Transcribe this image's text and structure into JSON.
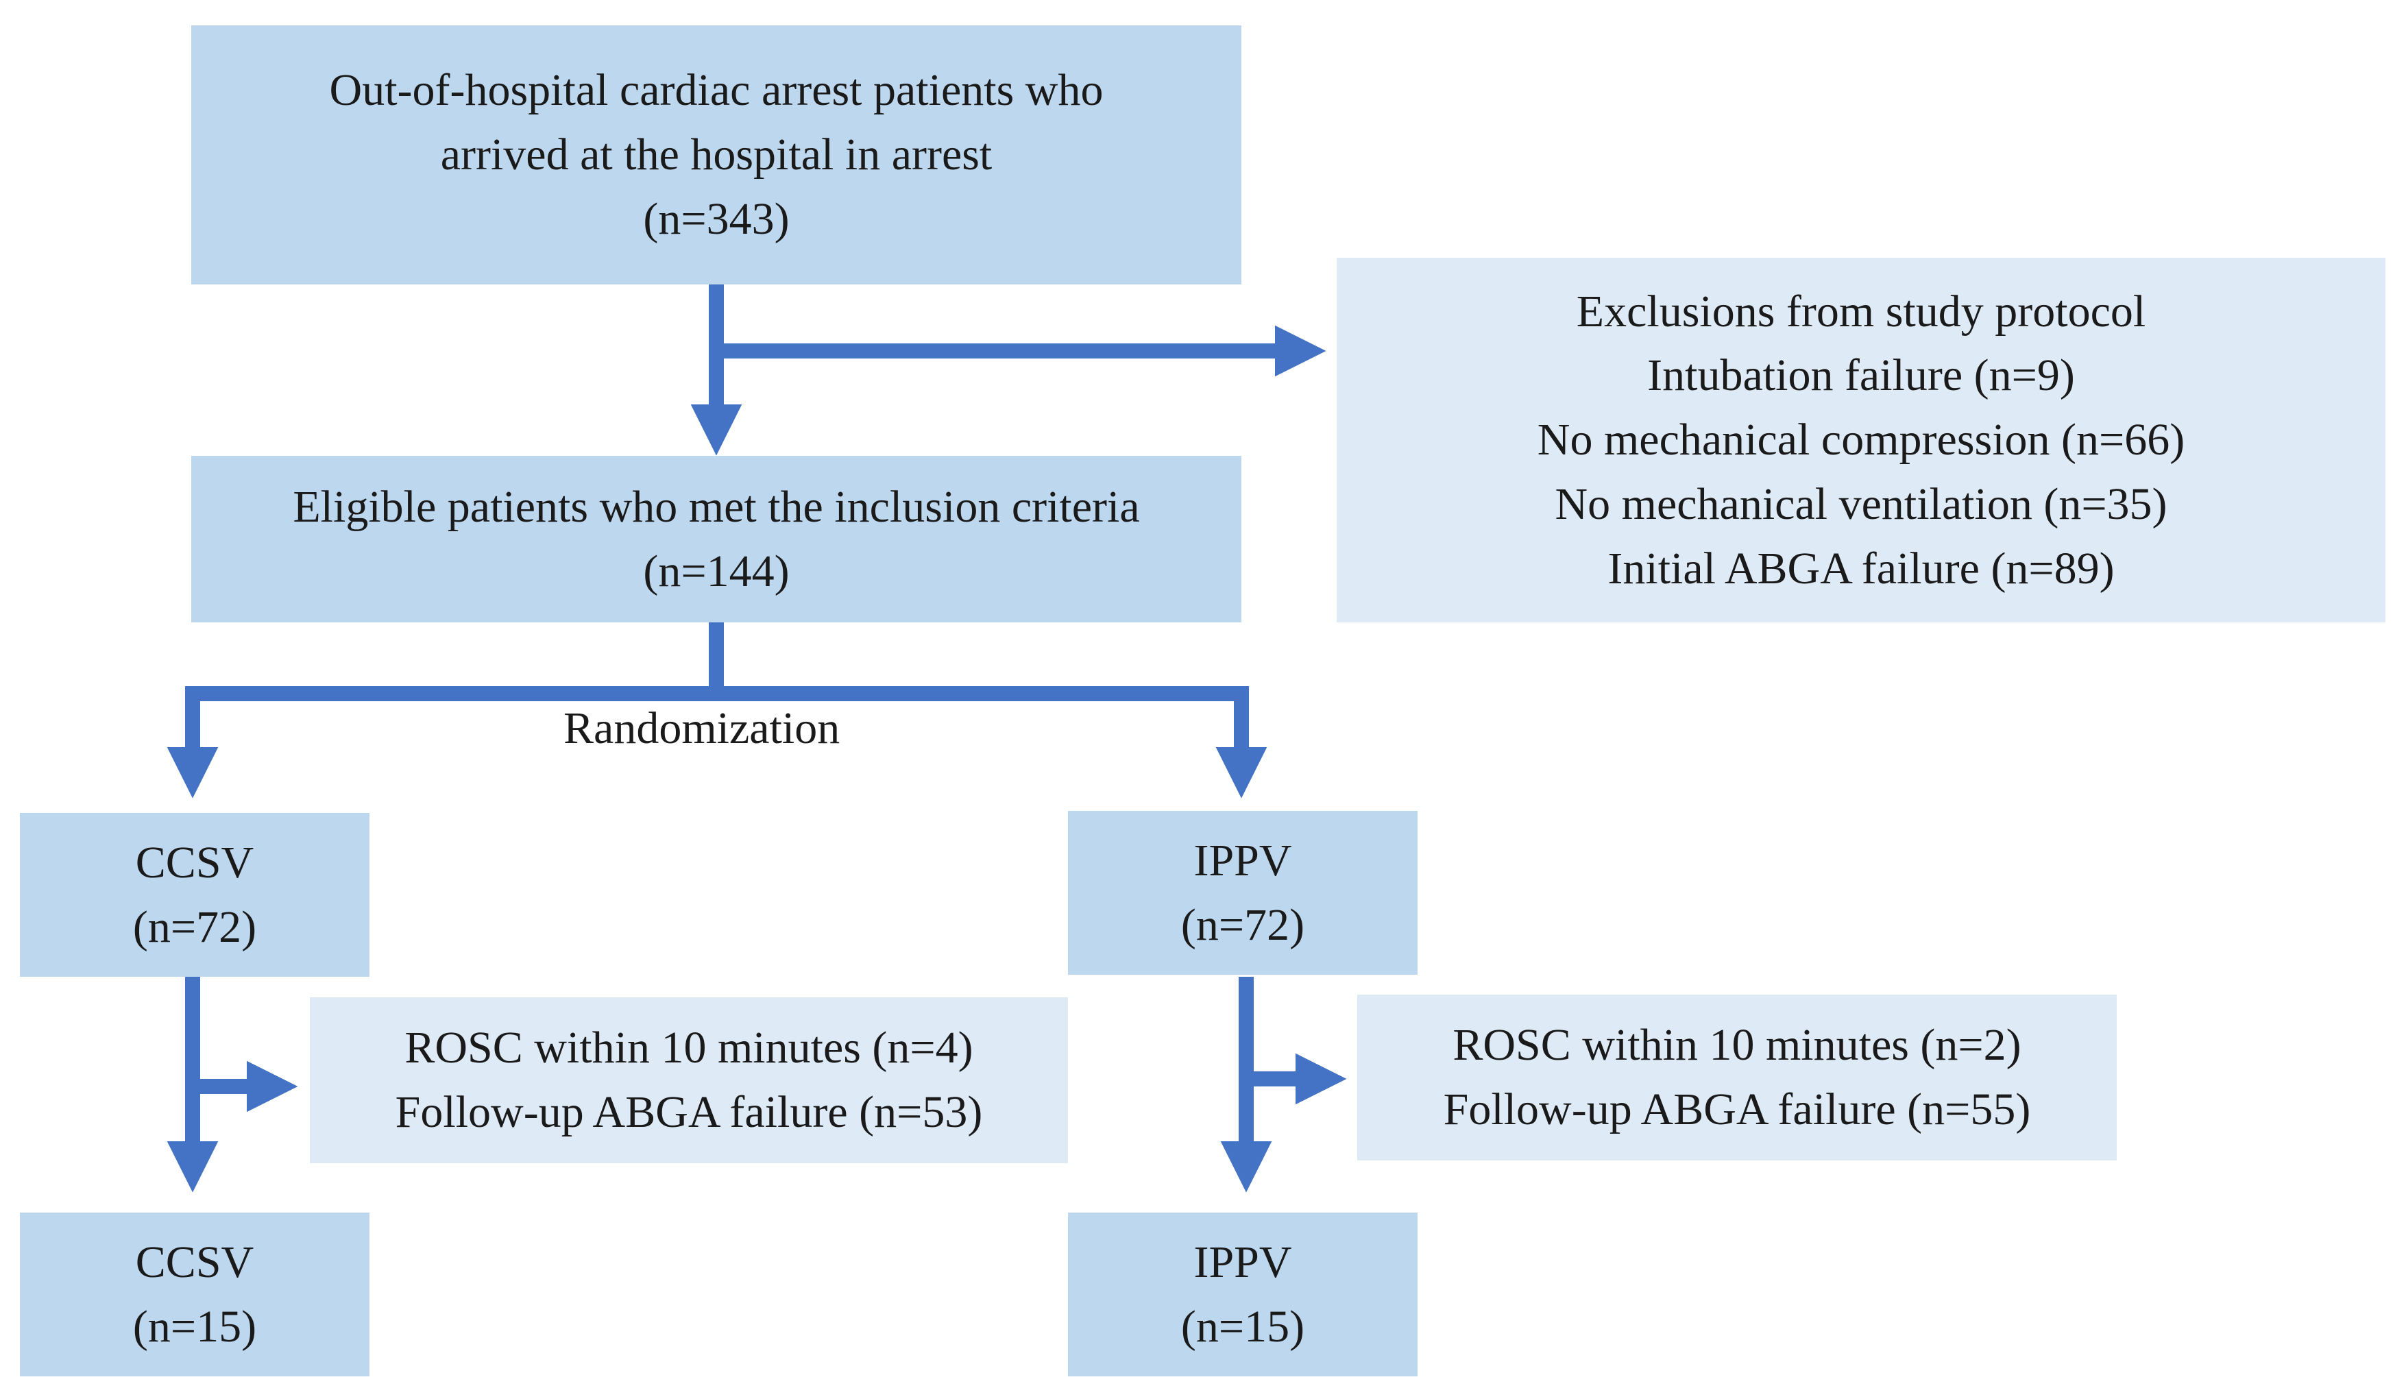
{
  "nodes": {
    "ohca": {
      "lines": [
        "Out-of-hospital cardiac arrest patients who",
        "arrived at the hospital in arrest",
        "(n=343)"
      ]
    },
    "exclusions": {
      "lines": [
        "Exclusions from study protocol",
        "Intubation failure (n=9)",
        "No mechanical compression (n=66)",
        "No mechanical ventilation (n=35)",
        "Initial ABGA failure (n=89)"
      ]
    },
    "eligible": {
      "lines": [
        "Eligible patients who met the inclusion criteria",
        "(n=144)"
      ]
    },
    "ccsv_initial": {
      "lines": [
        "CCSV",
        "(n=72)"
      ]
    },
    "ippv_initial": {
      "lines": [
        "IPPV",
        "(n=72)"
      ]
    },
    "ccsv_excluded": {
      "lines": [
        "ROSC within 10 minutes (n=4)",
        "Follow-up ABGA failure (n=53)"
      ]
    },
    "ippv_excluded": {
      "lines": [
        "ROSC within 10 minutes (n=2)",
        "Follow-up ABGA failure (n=55)"
      ]
    },
    "ccsv_final": {
      "lines": [
        "CCSV",
        "(n=15)"
      ]
    },
    "ippv_final": {
      "lines": [
        "IPPV",
        "(n=15)"
      ]
    }
  },
  "randomization_label": "Randomization",
  "colors": {
    "primary_box": "#bdd7ee",
    "secondary_box": "#deebf7",
    "arrow": "#4472c4"
  }
}
